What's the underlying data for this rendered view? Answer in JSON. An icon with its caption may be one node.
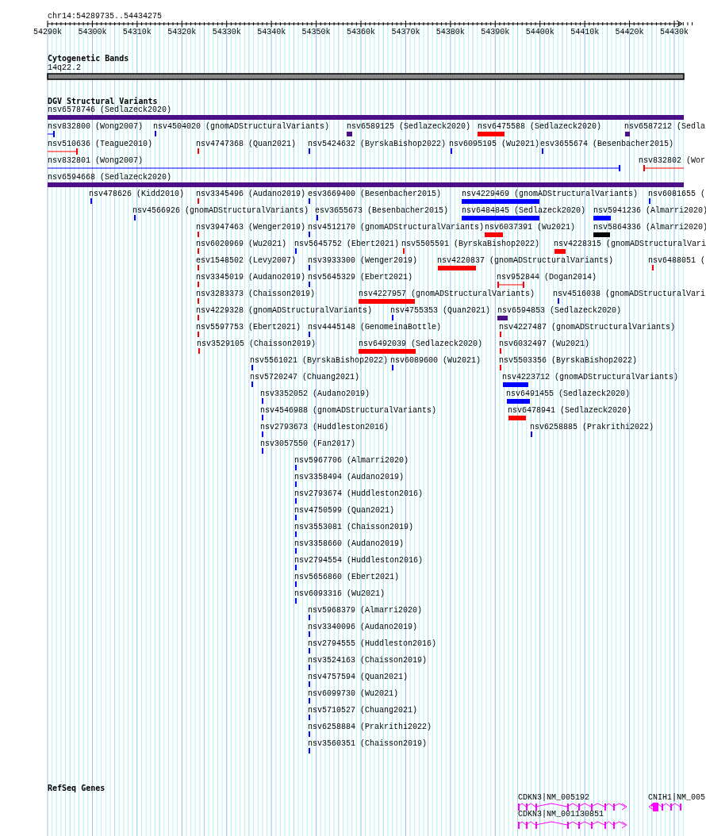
{
  "diagram": {
    "labels": [
      "chr14:54289735..54434275",
      "54290k",
      "54300k",
      "54310k",
      "54320k",
      "54330k",
      "54340k",
      "54350k",
      "54360k",
      "54370k",
      "54380k",
      "54390k",
      "54400k",
      "54410k",
      "54420k",
      "54430k",
      "Cytogenetic Bands",
      "14q22.2",
      "DGV Structural Variants",
      "nsv6578746 (Sedlazeck2020)",
      "nsv832800 (Wong2007)",
      "nsv4504020 (gnomADStructuralVariants)",
      "nsv6589125 (Sedlazeck2020)",
      "nsv6475588 (Sedlazeck2020)",
      "nsv6587212 (Sedla",
      "nsv510636 (Teague2010)",
      "nsv4747368 (Quan2021)",
      "nsv5424632 (ByrskaBishop2022)",
      "nsv6095195 (Wu2021)",
      "esv3655674 (Besenbacher2015)",
      "nsv832801 (Wong2007)",
      "nsv832802 (Wor",
      "nsv6594668 (Sedlazeck2020)",
      "nsv478626 (Kidd2010)",
      "nsv3345496 (Audano2019)",
      "esv3669400 (Besenbacher2015)",
      "nsv4229469 (gnomADStructuralVariants)",
      "nsv6081655 (",
      "nsv4566926 (gnomADStructuralVariants)",
      "esv3655673 (Besenbacher2015)",
      "nsv6484845 (Sedlazeck2020)",
      "nsv5941236 (Almarri2020)",
      "nsv3947463 (Wenger2019)",
      "nsv4512170 (gnomADStructuralVariants)",
      "nsv6037391 (Wu2021)",
      "nsv5864336 (Almarri2020)",
      "nsv6020969 (Wu2021)",
      "nsv5645752 (Ebert2021)",
      "nsv5505591 (ByrskaBishop2022)",
      "nsv4228315 (gnomADStructuralVari",
      "esv1548502 (Levy2007)",
      "nsv3933300 (Wenger2019)",
      "nsv4220837 (gnomADStructuralVariants)",
      "nsv6488051 (",
      "nsv3345019 (Audano2019)",
      "nsv5645329 (Ebert2021)",
      "nsv952844 (Dogan2014)",
      "nsv3283373 (Chaisson2019)",
      "nsv4227957 (gnomADStructuralVariants)",
      "nsv4516038 (gnomADStructuralVari",
      "nsv4229328 (gnomADStructuralVariants)",
      "nsv4755353 (Quan2021)",
      "nsv6594853 (Sedlazeck2020)",
      "nsv5597753 (Ebert2021)",
      "nsv4445148 (GenomeinaBottle)",
      "nsv4227487 (gnomADStructuralVariants)",
      "nsv3529105 (Chaisson2019)",
      "nsv6492039 (Sedlazeck2020)",
      "nsv6032497 (Wu2021)",
      "nsv5561021 (ByrskaBishop2022)",
      "nsv6089600 (Wu2021)",
      "nsv5503356 (ByrskaBishop2022)",
      "nsv5720247 (Chuang2021)",
      "nsv4223712 (gnomADStructuralVariants)",
      "nsv3352052 (Audano2019)",
      "nsv6491455 (Sedlazeck2020)",
      "nsv4546988 (gnomADStructuralVariants)",
      "nsv6478941 (Sedlazeck2020)",
      "nsv2793673 (Huddleston2016)",
      "nsv6258885 (Prakrithi2022)",
      "nsv3057550 (Fan2017)",
      "nsv5967706 (Almarri2020)",
      "nsv3358494 (Audano2019)",
      "nsv2793674 (Huddleston2016)",
      "nsv4750599 (Quan2021)",
      "nsv3553081 (Chaisson2019)",
      "nsv3358660 (Audano2019)",
      "nsv2794554 (Huddleston2016)",
      "nsv5656860 (Ebert2021)",
      "nsv6093316 (Wu2021)",
      "nsv5968379 (Almarri2020)",
      "nsv3340096 (Audano2019)",
      "nsv2794555 (Huddleston2016)",
      "nsv3524163 (Chaisson2019)",
      "nsv4757594 (Quan2021)",
      "nsv6099730 (Wu2021)",
      "nsv5710527 (Chuang2021)",
      "nsv6258884 (Prakrithi2022)",
      "nsv3560351 (Chaisson2019)",
      "RefSeq Genes",
      "CDKN3|NM_005192",
      "CNIH1|NM_005",
      "CDKN3|NM_001130851"
    ]
  }
}
